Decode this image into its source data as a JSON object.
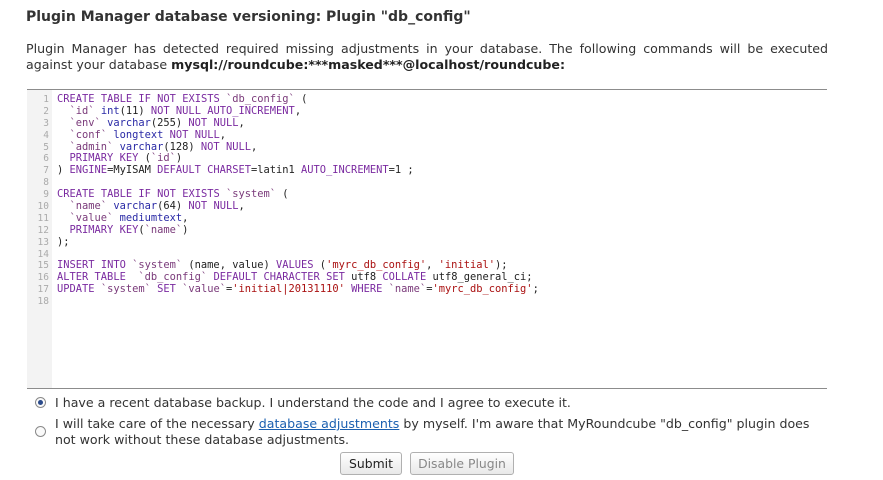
{
  "header": {
    "title": "Plugin Manager database versioning: Plugin \"db_config\""
  },
  "intro": {
    "text": "Plugin Manager has detected required missing adjustments in your database. The following commands will be executed against your database ",
    "db": "mysql://roundcube:***masked***@localhost/roundcube:"
  },
  "code": {
    "lines": [
      {
        "n": "1",
        "t": "CREATE TABLE IF NOT EXISTS `db_config` ("
      },
      {
        "n": "2",
        "t": "  `id` int(11) NOT NULL AUTO_INCREMENT,"
      },
      {
        "n": "3",
        "t": "  `env` varchar(255) NOT NULL,"
      },
      {
        "n": "4",
        "t": "  `conf` longtext NOT NULL,"
      },
      {
        "n": "5",
        "t": "  `admin` varchar(128) NOT NULL,"
      },
      {
        "n": "6",
        "t": "  PRIMARY KEY (`id`)"
      },
      {
        "n": "7",
        "t": ") ENGINE=MyISAM DEFAULT CHARSET=latin1 AUTO_INCREMENT=1 ;"
      },
      {
        "n": "8",
        "t": ""
      },
      {
        "n": "9",
        "t": "CREATE TABLE IF NOT EXISTS `system` ("
      },
      {
        "n": "10",
        "t": "  `name` varchar(64) NOT NULL,"
      },
      {
        "n": "11",
        "t": "  `value` mediumtext,"
      },
      {
        "n": "12",
        "t": "  PRIMARY KEY(`name`)"
      },
      {
        "n": "13",
        "t": ");"
      },
      {
        "n": "14",
        "t": ""
      },
      {
        "n": "15",
        "t": "INSERT INTO `system` (name, value) VALUES ('myrc_db_config', 'initial');"
      },
      {
        "n": "16",
        "t": "ALTER TABLE  `db_config` DEFAULT CHARACTER SET utf8 COLLATE utf8_general_ci;"
      },
      {
        "n": "17",
        "t": "UPDATE `system` SET `value`='initial|20131110' WHERE `name`='myrc_db_config';"
      },
      {
        "n": "18",
        "t": ""
      }
    ]
  },
  "options": {
    "backup": "I have a recent database backup. I understand the code and I agree to execute it.",
    "manual_before": "I will take care of the necessary ",
    "manual_link": "database adjustments",
    "manual_after": " by myself. I'm aware that MyRoundcube \"db_config\" plugin does not work without these database adjustments."
  },
  "buttons": {
    "submit": "Submit",
    "disable": "Disable Plugin"
  }
}
